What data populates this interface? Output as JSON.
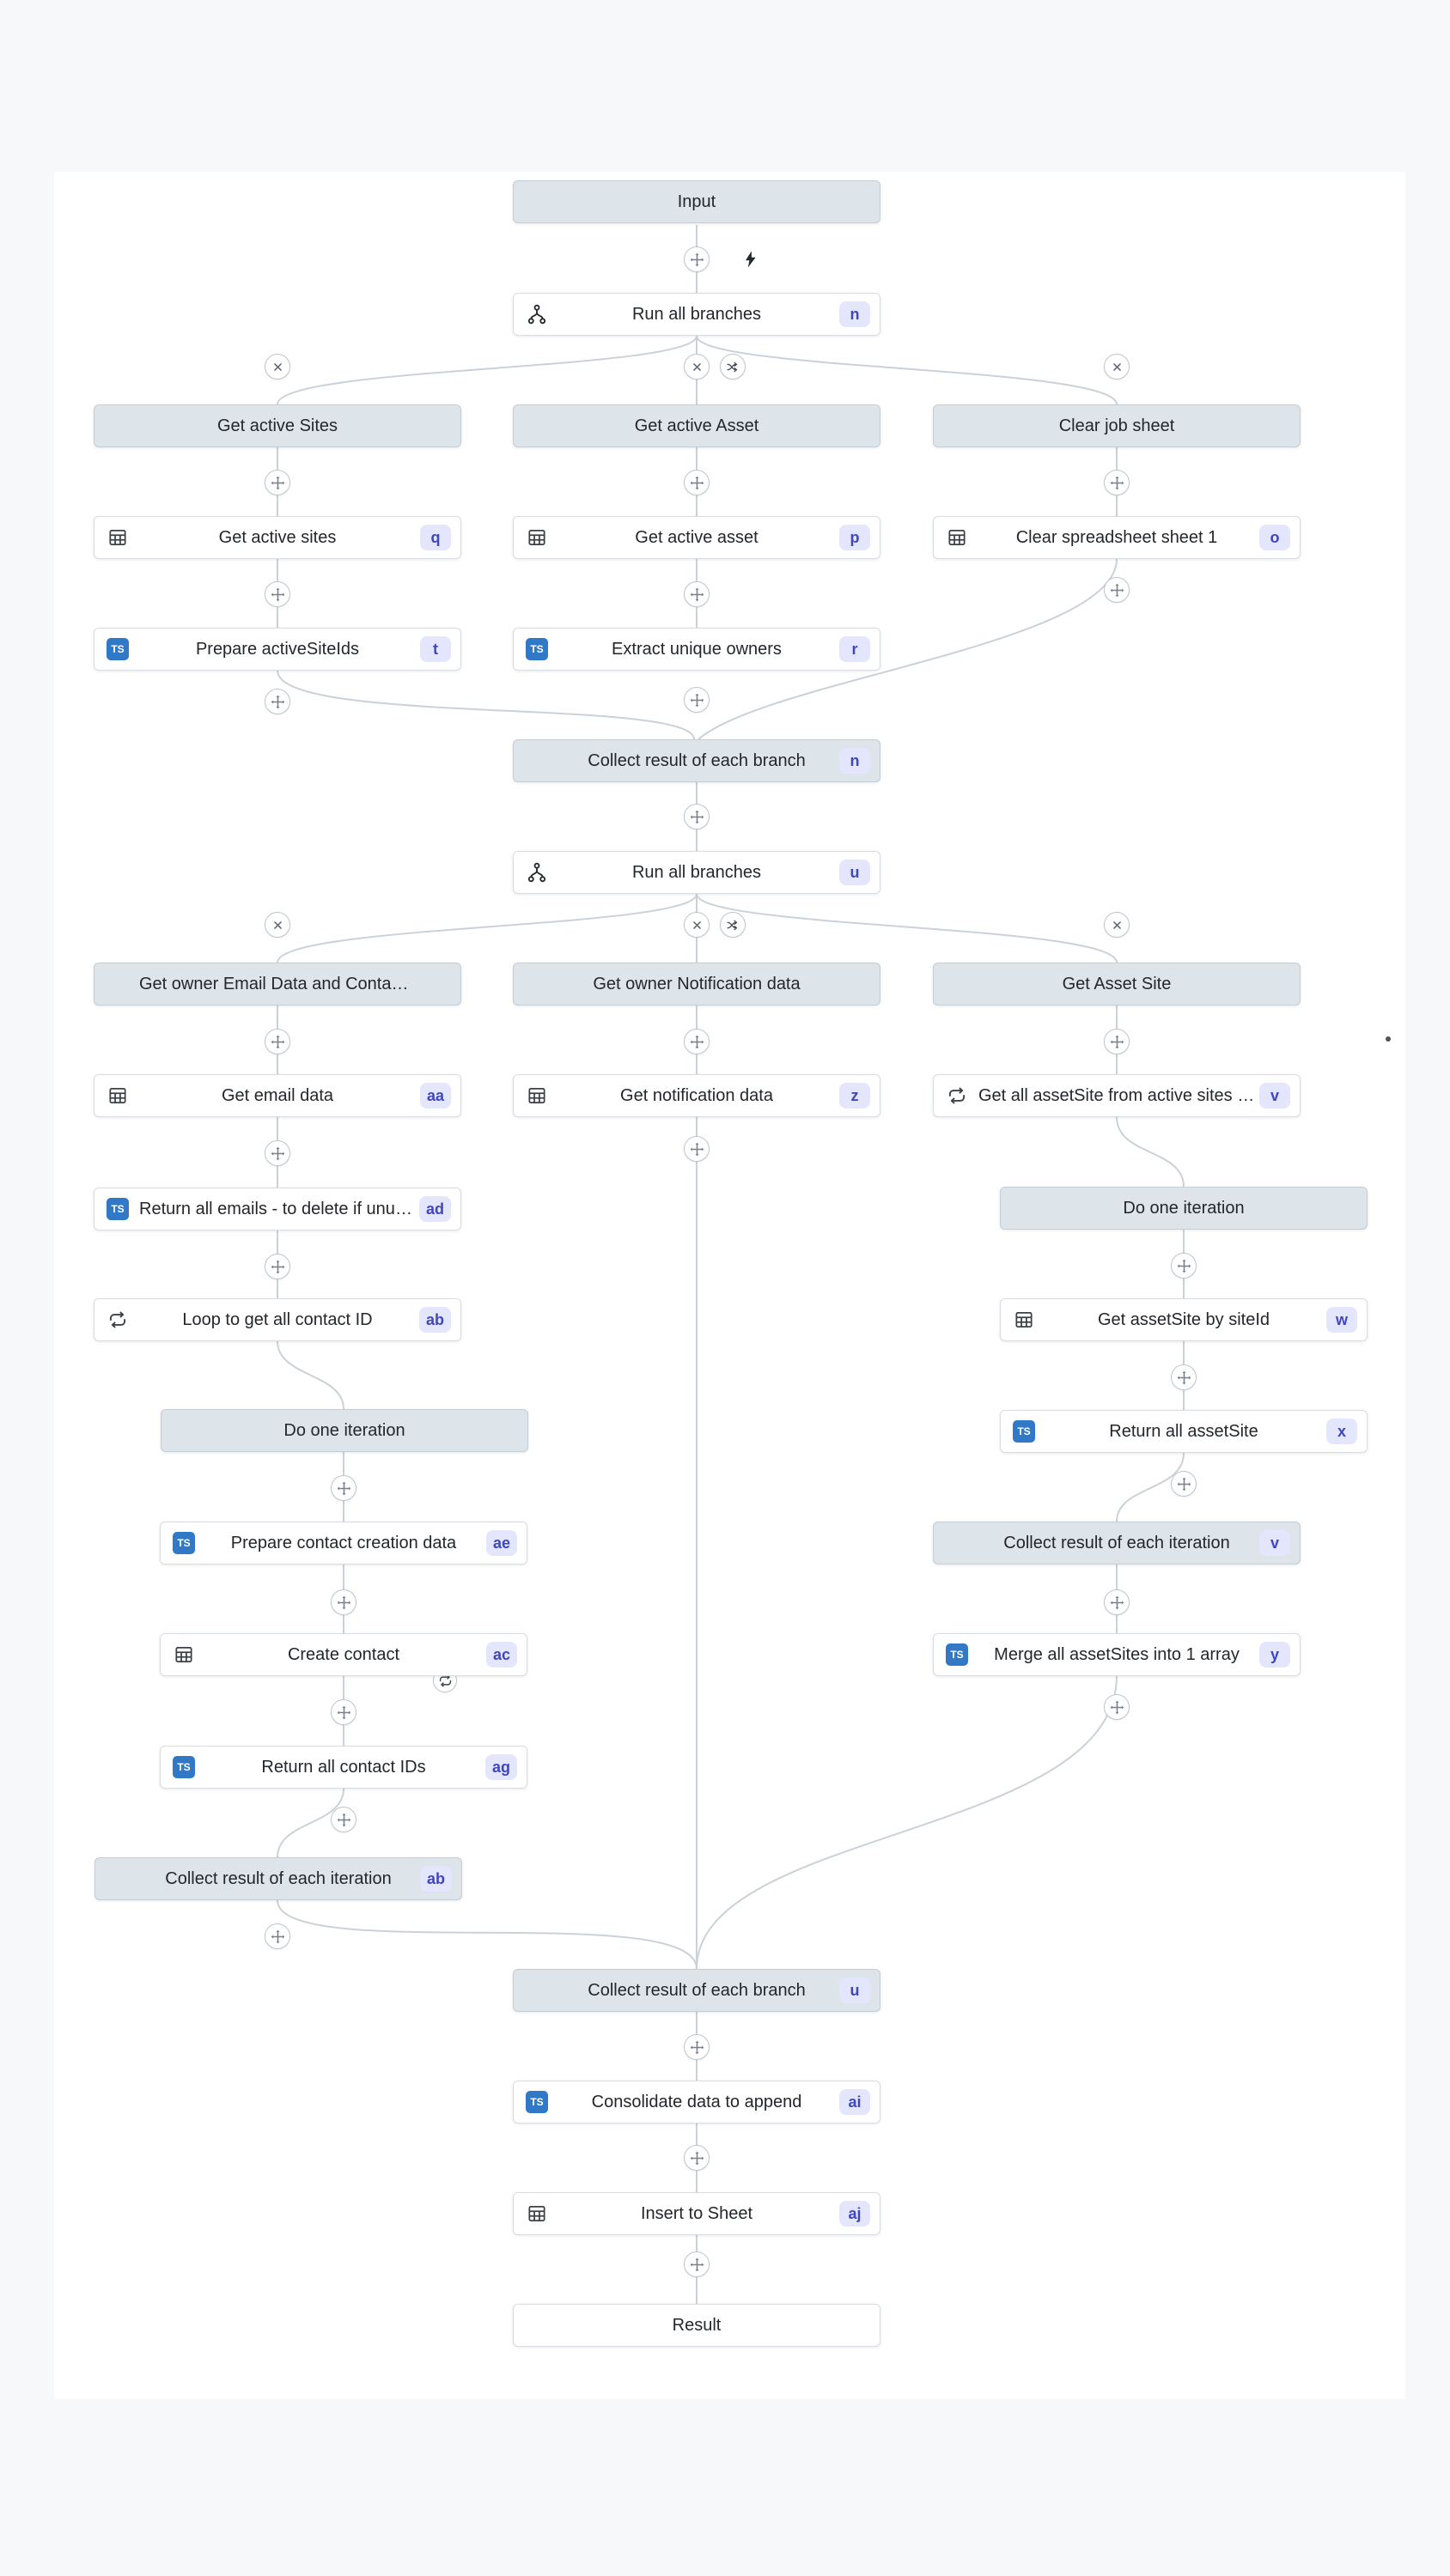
{
  "icons": {
    "ts_label": "TS"
  },
  "colors": {
    "page_background": "#f7f8f9",
    "canvas": "#ffffff",
    "gray_node": "#dde4ea",
    "gray_node_border": "#c4ced7",
    "white_node_border": "#d7dde3",
    "badge_background": "#e3e6fc",
    "badge_text": "#4046bf",
    "connector": "#cbd1d8",
    "ts_blue": "#3178c6"
  },
  "nodes": {
    "input": {
      "label": "Input"
    },
    "run_branches_1": {
      "label": "Run all branches",
      "badge": "n",
      "icon": "branch-icon"
    },
    "h_get_active_sites": {
      "label": "Get active Sites"
    },
    "h_get_active_asset": {
      "label": "Get active Asset"
    },
    "h_clear_job_sheet": {
      "label": "Clear job sheet"
    },
    "get_active_sites": {
      "label": "Get active sites",
      "badge": "q",
      "icon": "spreadsheet-icon"
    },
    "get_active_asset": {
      "label": "Get active asset",
      "badge": "p",
      "icon": "spreadsheet-icon"
    },
    "clear_spreadsheet": {
      "label": "Clear spreadsheet sheet 1",
      "badge": "o",
      "icon": "spreadsheet-icon"
    },
    "prepare_active_site_ids": {
      "label": "Prepare activeSiteIds",
      "badge": "t",
      "icon": "typescript-icon"
    },
    "extract_unique_owners": {
      "label": "Extract unique owners",
      "badge": "r",
      "icon": "typescript-icon"
    },
    "collect_branch_1": {
      "label": "Collect result of each branch",
      "badge": "n"
    },
    "run_branches_2": {
      "label": "Run all branches",
      "badge": "u",
      "icon": "branch-icon"
    },
    "h_get_owner_email": {
      "label": "Get owner Email Data and Contact Ids"
    },
    "h_get_owner_notification": {
      "label": "Get owner Notification data"
    },
    "h_get_asset_site": {
      "label": "Get Asset Site"
    },
    "get_email_data": {
      "label": "Get email data",
      "badge": "aa",
      "icon": "spreadsheet-icon"
    },
    "get_notification_data": {
      "label": "Get notification data",
      "badge": "z",
      "icon": "spreadsheet-icon"
    },
    "get_all_asset_site": {
      "label": "Get all assetSite from active sites only",
      "badge": "v",
      "icon": "loop-icon"
    },
    "return_all_emails": {
      "label": "Return all emails - to delete if unused",
      "badge": "ad",
      "icon": "typescript-icon"
    },
    "loop_get_contact_id": {
      "label": "Loop to get all contact ID",
      "badge": "ab",
      "icon": "loop-icon"
    },
    "do_iteration_left": {
      "label": "Do one iteration"
    },
    "prepare_contact_creation": {
      "label": "Prepare contact creation data",
      "badge": "ae",
      "icon": "typescript-icon"
    },
    "create_contact": {
      "label": "Create contact",
      "badge": "ac",
      "icon": "spreadsheet-icon"
    },
    "return_all_contact_ids": {
      "label": "Return all contact IDs",
      "badge": "ag",
      "icon": "typescript-icon"
    },
    "collect_iteration_left": {
      "label": "Collect result of each iteration",
      "badge": "ab"
    },
    "do_iteration_right": {
      "label": "Do one iteration"
    },
    "get_asset_site_by_id": {
      "label": "Get assetSite by siteId",
      "badge": "w",
      "icon": "spreadsheet-icon"
    },
    "return_all_asset_site": {
      "label": "Return all assetSite",
      "badge": "x",
      "icon": "typescript-icon"
    },
    "collect_iteration_right": {
      "label": "Collect result of each iteration",
      "badge": "v"
    },
    "merge_asset_sites": {
      "label": "Merge all assetSites into 1 array",
      "badge": "y",
      "icon": "typescript-icon"
    },
    "collect_branch_2": {
      "label": "Collect result of each branch",
      "badge": "u"
    },
    "consolidate_data": {
      "label": "Consolidate data to append",
      "badge": "ai",
      "icon": "typescript-icon"
    },
    "insert_to_sheet": {
      "label": "Insert to Sheet",
      "badge": "aj",
      "icon": "spreadsheet-icon"
    },
    "result": {
      "label": "Result"
    }
  }
}
